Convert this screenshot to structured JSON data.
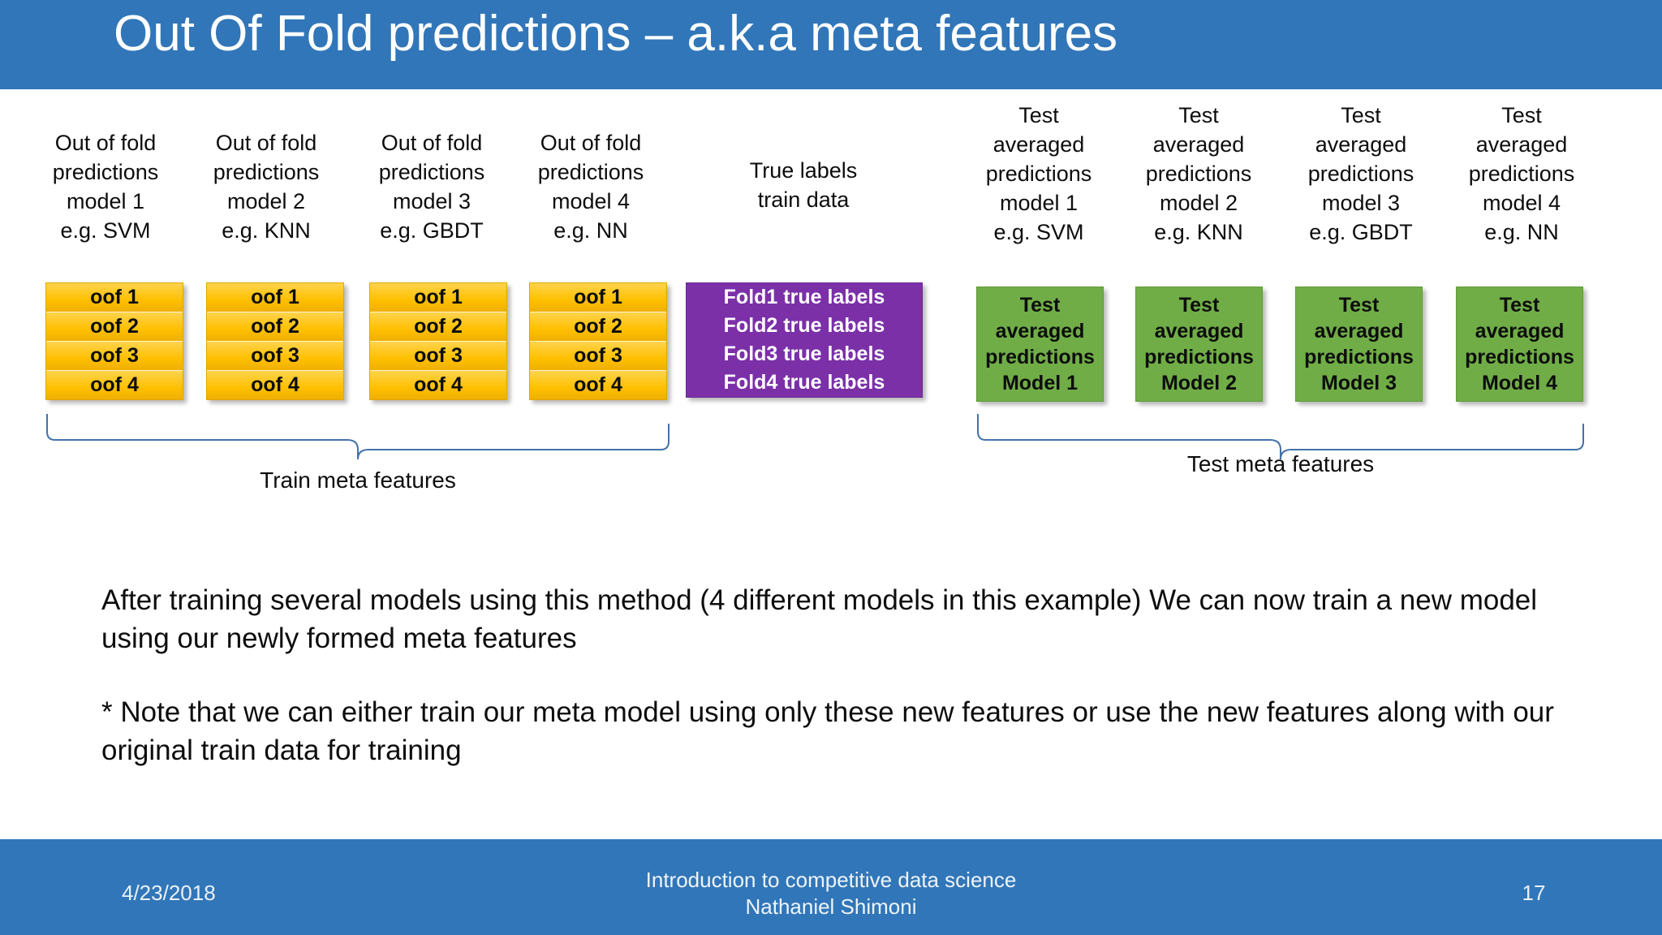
{
  "slide": {
    "title": "Out Of Fold predictions – a.k.a meta features",
    "accent_color": "#3176B8",
    "oof_color": "#FFC000",
    "truelabel_color": "#7B30A8",
    "test_color": "#70AD47",
    "brace_color": "#4472A8"
  },
  "train_columns": [
    {
      "caption": "Out of fold\npredictions\nmodel 1\ne.g. SVM",
      "cells": [
        "oof 1",
        "oof 2",
        "oof 3",
        "oof 4"
      ]
    },
    {
      "caption": "Out of fold\npredictions\nmodel 2\ne.g. KNN",
      "cells": [
        "oof 1",
        "oof 2",
        "oof 3",
        "oof 4"
      ]
    },
    {
      "caption": "Out of fold\npredictions\nmodel 3\ne.g. GBDT",
      "cells": [
        "oof 1",
        "oof 2",
        "oof 3",
        "oof 4"
      ]
    },
    {
      "caption": "Out of fold\npredictions\nmodel 4\ne.g. NN",
      "cells": [
        "oof 1",
        "oof 2",
        "oof 3",
        "oof 4"
      ]
    }
  ],
  "true_labels_column": {
    "caption": "True labels\ntrain data",
    "cells": [
      "Fold1 true labels",
      "Fold2 true labels",
      "Fold3 true labels",
      "Fold4 true labels"
    ]
  },
  "test_columns": [
    {
      "caption": "Test\naveraged\npredictions\nmodel 1\ne.g. SVM",
      "box_text": "Test\naveraged\npredictions\nModel 1"
    },
    {
      "caption": "Test\naveraged\npredictions\nmodel 2\ne.g. KNN",
      "box_text": "Test\naveraged\npredictions\nModel 2"
    },
    {
      "caption": "Test\naveraged\npredictions\nmodel 3\ne.g. GBDT",
      "box_text": "Test\naveraged\npredictions\nModel 3"
    },
    {
      "caption": "Test\naveraged\npredictions\nmodel 4\ne.g. NN",
      "box_text": "Test\naveraged\npredictions\nModel 4"
    }
  ],
  "braces": {
    "train_label": "Train meta features",
    "test_label": "Test meta features"
  },
  "body": {
    "paragraph1": "After training several models using this method (4 different models in this example) We can now train a new model using our newly formed meta features",
    "paragraph2": "* Note that we can either train our meta model using only these new features or use the new features along with our original train data for training"
  },
  "footer": {
    "date": "4/23/2018",
    "line1": "Introduction to competitive data science",
    "line2": "Nathaniel Shimoni",
    "page_number": "17"
  }
}
